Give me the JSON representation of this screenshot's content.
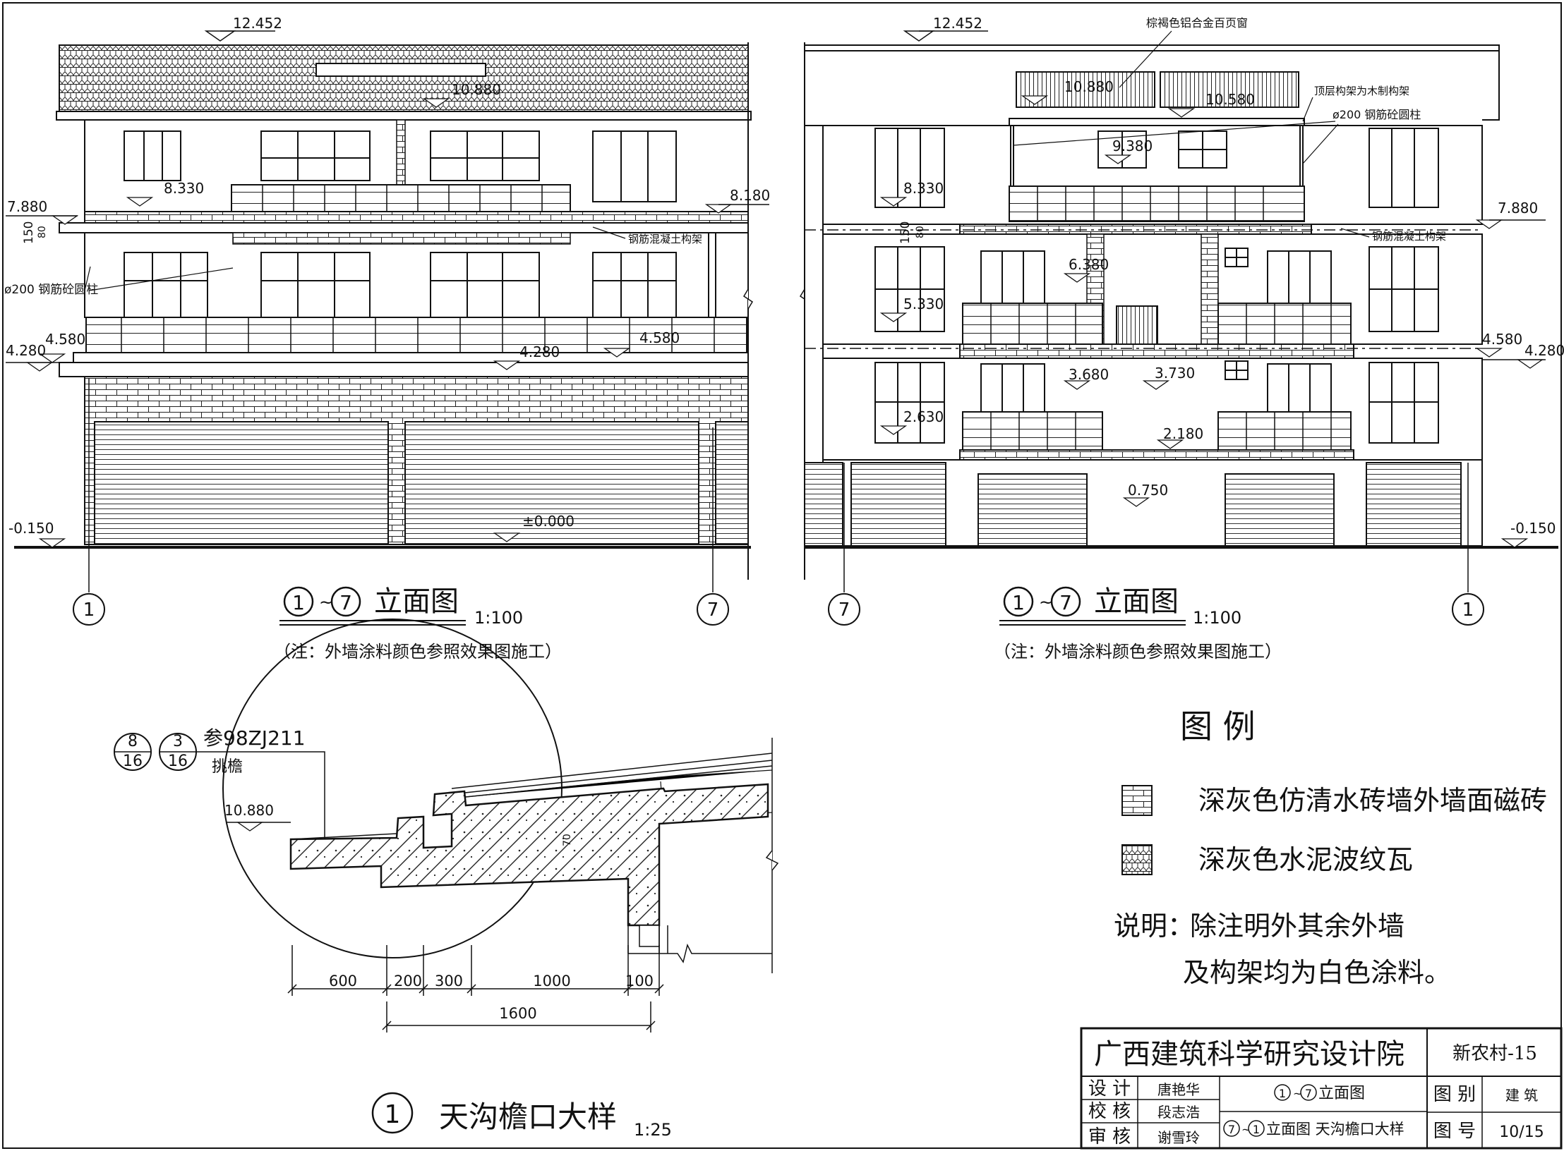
{
  "elev_left": {
    "top": "12.452",
    "ridge": "10.880",
    "e8330": "8.330",
    "e7880": "7.880",
    "e8180": "8.180",
    "d150": "150",
    "d80": "80",
    "beam_note": "钢筋混凝土构架",
    "col_note": "ø200 钢筋砼圆柱",
    "e4580a": "4.580",
    "e4280a": "4.280",
    "e4280b": "4.280",
    "e4580b": "4.580",
    "zero": "±0.000",
    "neg": "-0.150",
    "axis_a": "1",
    "axis_b": "7",
    "title_a": "1",
    "title_sep": "~",
    "title_b": "7",
    "title_text": "立面图",
    "scale": "1:100",
    "note": "（注：外墙涂料颜色参照效果图施工）"
  },
  "elev_right": {
    "top": "12.452",
    "louver_note": "棕褐色铝合金百页窗",
    "frame_note": "顶层构架为木制构架",
    "col_note": "ø200 钢筋砼圆柱",
    "e10880": "10.880",
    "e10580": "10.580",
    "e9380": "9.380",
    "e8330": "8.330",
    "d150": "150",
    "d80": "80",
    "e7880": "7.880",
    "beam_note": "钢筋混凝土构架",
    "e6380": "6.380",
    "e5330": "5.330",
    "e4580": "4.580",
    "e4280": "4.280",
    "e3680": "3.680",
    "e3730": "3.730",
    "e2630": "2.630",
    "e2180": "2.180",
    "e0750": "0.750",
    "neg": "-0.150",
    "axis_a": "7",
    "axis_b": "1",
    "title_a": "1",
    "title_sep": "~",
    "title_b": "7",
    "title_text": "立面图",
    "scale": "1:100",
    "note": "（注：外墙涂料颜色参照效果图施工）"
  },
  "detail": {
    "ref1_top": "8",
    "ref1_bot": "16",
    "ref2_top": "3",
    "ref2_bot": "16",
    "ref_text": "参98ZJ211",
    "ref_sub": "挑檐",
    "elev": "10.880",
    "dim_v": "70",
    "dims": [
      "600",
      "200",
      "300",
      "1000",
      "100"
    ],
    "total": "1600",
    "title_num": "1",
    "title_text": "天沟檐口大样",
    "scale": "1:25"
  },
  "legend": {
    "title": "图  例",
    "items": [
      "深灰色仿清水砖墙外墙面磁砖",
      "深灰色水泥波纹瓦"
    ],
    "note_label": "说明：",
    "note_line1": "除注明外其余外墙",
    "note_line2": "及构架均为白色涂料。"
  },
  "title_block": {
    "institute": "广西建筑科学研究设计院",
    "project": "新农村-15",
    "role_design": "设 计",
    "name_design": "唐艳华",
    "role_check": "校 核",
    "name_check": "段志浩",
    "role_review": "审 核",
    "name_review": "谢雪玲",
    "drawing_a_prefix": "1",
    "drawing_a_sep": "~",
    "drawing_a_suffix": "7",
    "drawing_a_text": "立面图",
    "drawing_b_prefix": "7",
    "drawing_b_sep": "~",
    "drawing_b_suffix": "1",
    "drawing_b_text": "立面图 天沟檐口大样",
    "cat_label": "图 别",
    "cat_value": "建 筑",
    "num_label": "图 号",
    "num_value": "10/15"
  }
}
